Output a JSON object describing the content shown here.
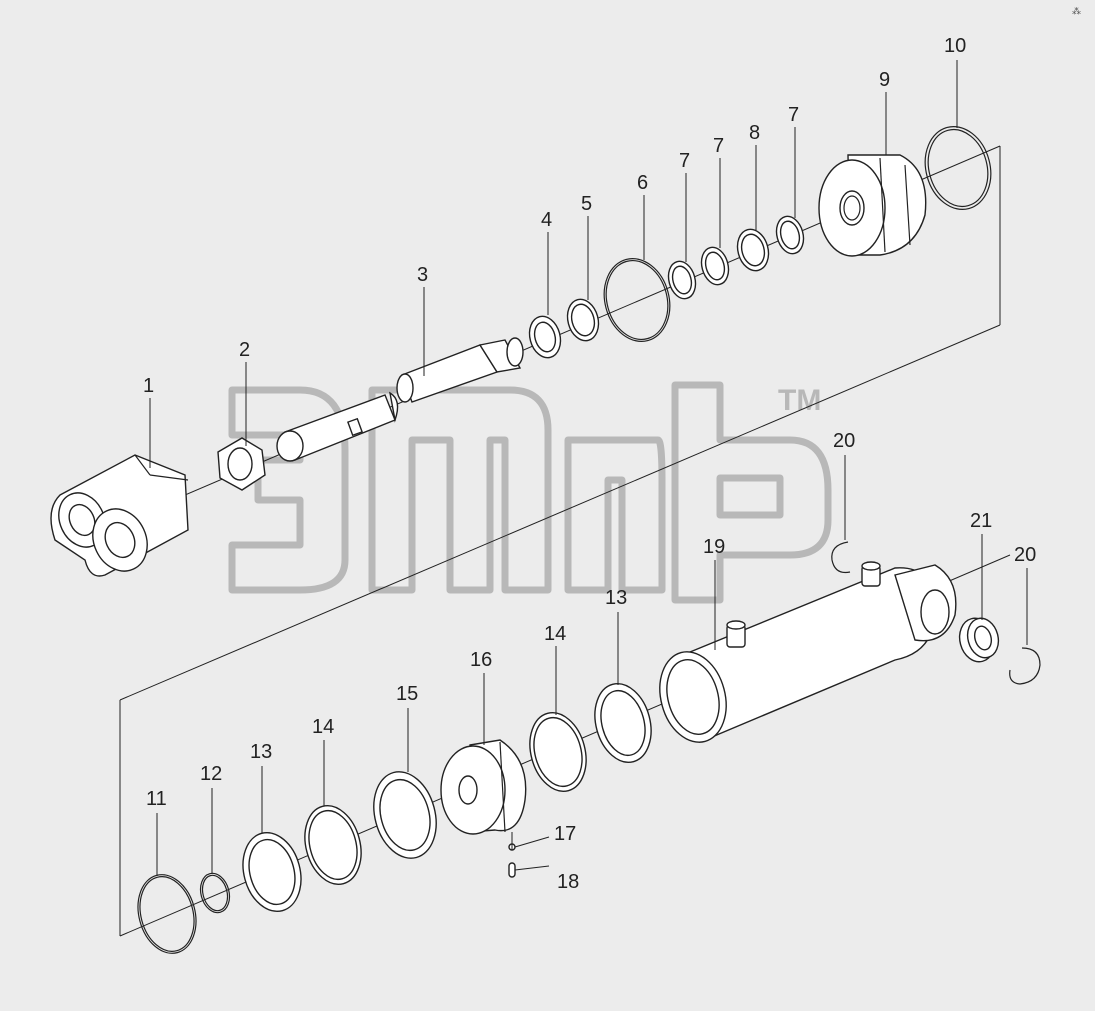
{
  "watermark": {
    "trademark": "TM"
  },
  "corner_mark": "⁂",
  "callouts": [
    {
      "id": "c1",
      "label": "1"
    },
    {
      "id": "c2",
      "label": "2"
    },
    {
      "id": "c3",
      "label": "3"
    },
    {
      "id": "c4",
      "label": "4"
    },
    {
      "id": "c5",
      "label": "5"
    },
    {
      "id": "c6",
      "label": "6"
    },
    {
      "id": "c7a",
      "label": "7"
    },
    {
      "id": "c7b",
      "label": "7"
    },
    {
      "id": "c8",
      "label": "8"
    },
    {
      "id": "c7c",
      "label": "7"
    },
    {
      "id": "c9",
      "label": "9"
    },
    {
      "id": "c10",
      "label": "10"
    },
    {
      "id": "c11",
      "label": "11"
    },
    {
      "id": "c12",
      "label": "12"
    },
    {
      "id": "c13a",
      "label": "13"
    },
    {
      "id": "c14a",
      "label": "14"
    },
    {
      "id": "c15",
      "label": "15"
    },
    {
      "id": "c16",
      "label": "16"
    },
    {
      "id": "c17",
      "label": "17"
    },
    {
      "id": "c18",
      "label": "18"
    },
    {
      "id": "c14b",
      "label": "14"
    },
    {
      "id": "c13b",
      "label": "13"
    },
    {
      "id": "c19",
      "label": "19"
    },
    {
      "id": "c20a",
      "label": "20"
    },
    {
      "id": "c21",
      "label": "21"
    },
    {
      "id": "c20b",
      "label": "20"
    }
  ]
}
